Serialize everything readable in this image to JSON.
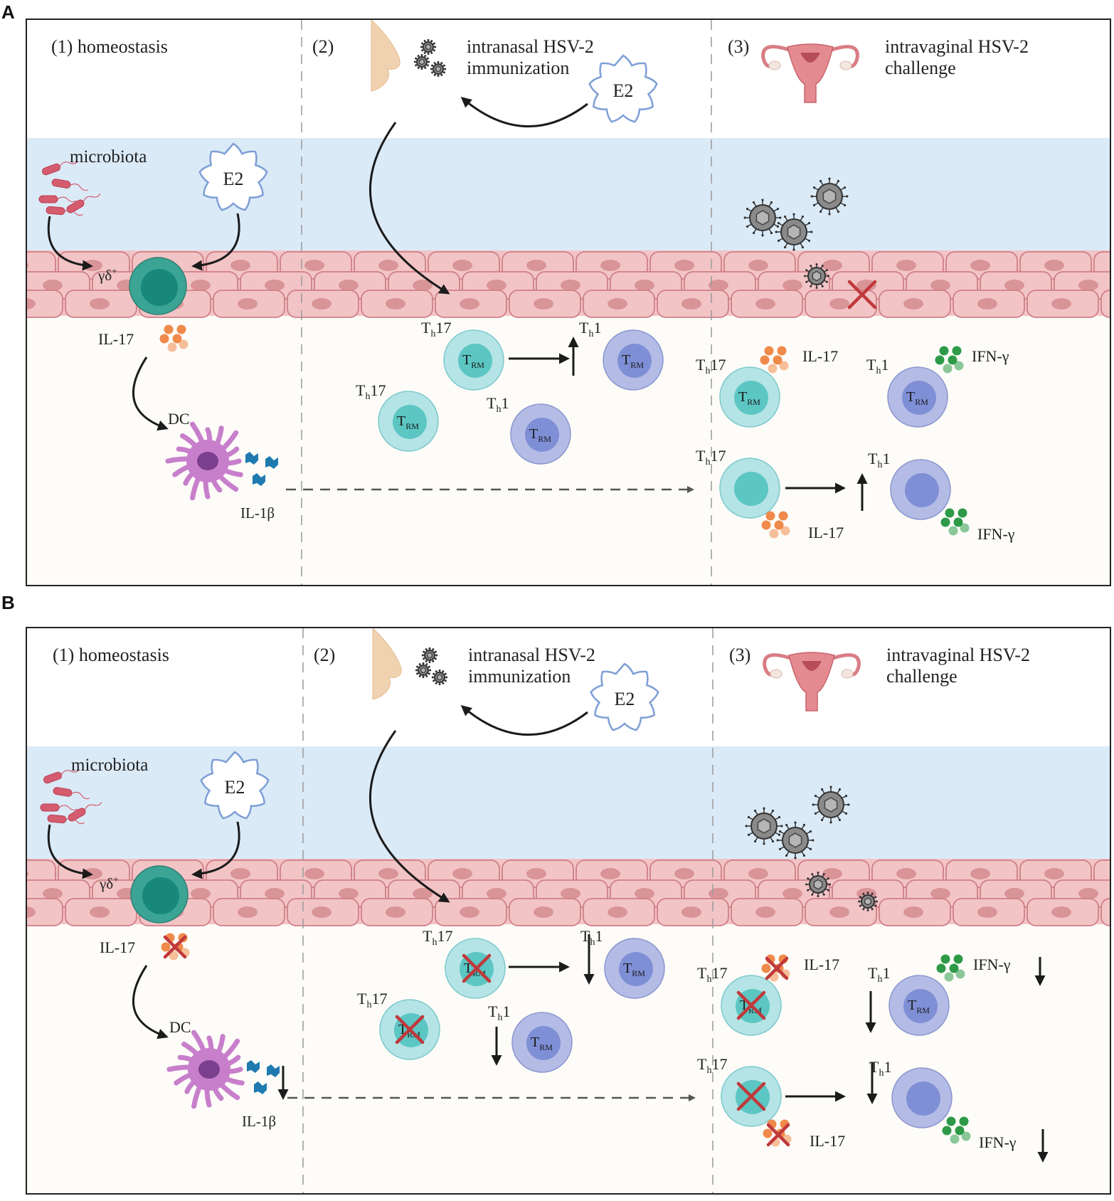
{
  "panels": [
    {
      "letter": "A",
      "col1_title": "(1) homeostasis",
      "col2_num": "(2)",
      "col2_title_1": "intranasal HSV-2",
      "col2_title_2": "immunization",
      "col3_num": "(3)",
      "col3_title_1": "intravaginal HSV-2",
      "col3_title_2": "challenge",
      "e2": "E2",
      "microbiota": "microbiota",
      "gd_prefix": "γδ",
      "gd_sup": "+",
      "il17": "IL-17",
      "dc": "DC",
      "il1b": "IL-1β",
      "ifng": "IFN-γ",
      "t_letter": "T",
      "th_sub": "h",
      "th17_num": "17",
      "th1_num": "1",
      "trm_sub": "RM"
    },
    {
      "letter": "B",
      "col1_title": "(1) homeostasis",
      "col2_num": "(2)",
      "col2_title_1": "intranasal HSV-2",
      "col2_title_2": "immunization",
      "col3_num": "(3)",
      "col3_title_1": "intravaginal HSV-2",
      "col3_title_2": "challenge",
      "e2": "E2",
      "microbiota": "microbiota",
      "gd_prefix": "γδ",
      "gd_sup": "+",
      "il17": "IL-17",
      "dc": "DC",
      "il1b": "IL-1β",
      "ifng": "IFN-γ",
      "t_letter": "T",
      "th_sub": "h",
      "th17_num": "17",
      "th1_num": "1",
      "trm_sub": "RM"
    }
  ],
  "colors": {
    "lumen": "#dbeaf7",
    "tissue": "#fdfcf8",
    "epithelium_fill": "#f2c4c6",
    "epithelium_stroke": "#cf7f86",
    "nucleus": "#d99497",
    "th17_cell": "#b5e4e6",
    "th17_nucleus": "#5cc6c3",
    "th1_cell": "#b4bce6",
    "th1_nucleus": "#7f8fd6",
    "gd_cell": "#3ba494",
    "gd_nucleus": "#17887b",
    "dc_body": "#c77fcb",
    "dc_nucleus": "#7a3f8d",
    "il17_dots": "#f08a4b",
    "il1b_shapes": "#1f7ab0",
    "ifng_dots": "#2e9a48",
    "virus": "#8a8a8a",
    "e2_outline": "#7e9fd6",
    "block_x": "#c0393b"
  },
  "icons": [
    "nose-icon",
    "uterus-icon",
    "virus-icon",
    "bacteria-icon",
    "e2-hormone-icon",
    "block-x-icon",
    "arrow-up-icon",
    "arrow-down-icon"
  ]
}
